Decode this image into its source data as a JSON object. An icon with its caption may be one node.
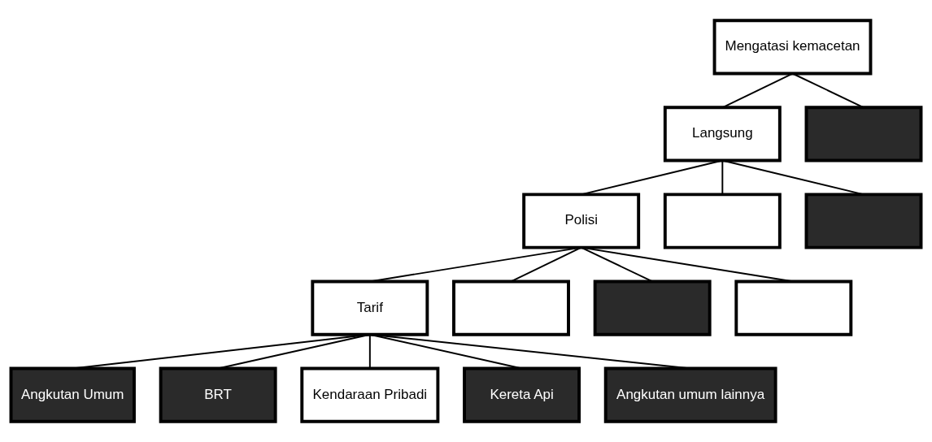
{
  "diagram": {
    "nodes": [
      {
        "text": [
          "Mengatasi kemacetan"
        ]
      },
      {
        "text": [
          "Langsung"
        ]
      },
      {
        "text": [],
        "shape": "box"
      },
      {
        "text": [
          "Polisi"
        ]
      },
      {
        "text": [],
        "shape": "box"
      },
      {
        "text": [],
        "shape": "box"
      },
      {
        "text": [
          "Tarif"
        ]
      },
      {
        "text": [],
        "shape": "box"
      },
      {
        "text": [],
        "shape": "box"
      },
      {
        "text": [],
        "shape": "box"
      },
      {
        "text": [
          "Angkutan Umum"
        ]
      },
      {
        "text": [
          "BRT"
        ]
      },
      {
        "text": [
          "Kendaraan Pribadi"
        ]
      },
      {
        "text": [
          "Kereta Api"
        ]
      },
      {
        "text": [
          "Angkutan umum lainnya"
        ]
      }
    ],
    "edges": [
      {
        "from": 0,
        "to": 1,
        "arrow": "none"
      },
      {
        "from": 0,
        "to": 2,
        "arrow": "none"
      },
      {
        "from": 1,
        "to": 3,
        "arrow": "none"
      },
      {
        "from": 1,
        "to": 4,
        "arrow": "none"
      },
      {
        "from": 1,
        "to": 5,
        "arrow": "none"
      },
      {
        "from": 3,
        "to": 6,
        "arrow": "none"
      },
      {
        "from": 3,
        "to": 7,
        "arrow": "none"
      },
      {
        "from": 3,
        "to": 8,
        "arrow": "none"
      },
      {
        "from": 3,
        "to": 9,
        "arrow": "none"
      },
      {
        "from": 6,
        "to": 10,
        "arrow": "none"
      },
      {
        "from": 6,
        "to": 11,
        "arrow": "none"
      },
      {
        "from": 6,
        "to": 12,
        "arrow": "none"
      },
      {
        "from": 6,
        "to": 13,
        "arrow": "none"
      },
      {
        "from": 6,
        "to": 14,
        "arrow": "none"
      }
    ]
  }
}
